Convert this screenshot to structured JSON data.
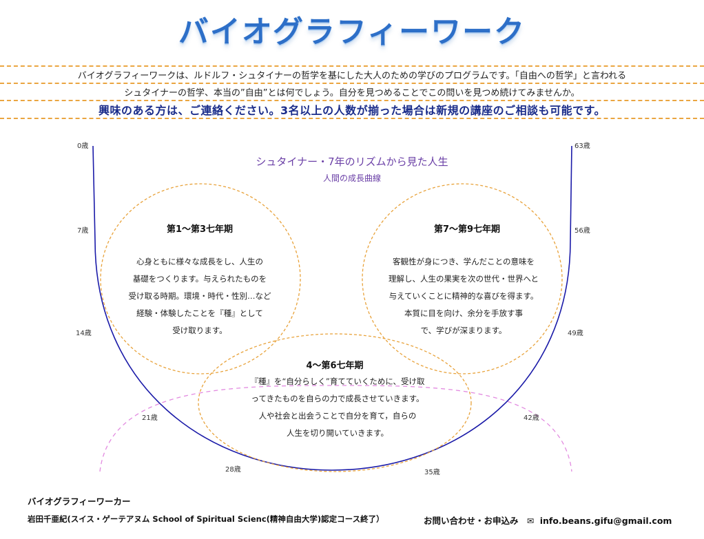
{
  "header": {
    "title": "バイオグラフィーワーク",
    "intro_line1": "バイオグラフィーワークは、ルドルフ・シュタイナーの哲学を基にした大人のための学びのプログラムです。「自由への哲学」と言われる",
    "intro_line2": "シュタイナーの哲学、本当の”自由”とは何でしょう。自分を見つめることでこの問いを見つめ続けてみませんか。",
    "intro_strong": "興味のある方は、ご連絡ください。3名以上の人数が揃った場合は新規の講座のご相談も可能です。"
  },
  "chart": {
    "title": "シュタイナー・7年のリズムから見た人生",
    "subtitle": "人間の成長曲線",
    "ages": {
      "a0": "0歳",
      "a7": "7歳",
      "a14": "14歳",
      "a21": "21歳",
      "a28": "28歳",
      "a35": "35歳",
      "a42": "42歳",
      "a49": "49歳",
      "a56": "56歳",
      "a63": "63歳"
    },
    "colors": {
      "curve": "#1a1aa8",
      "circle": "#e8a23a",
      "lower_arc": "#e28ae0",
      "chart_title": "#6a3fa6",
      "strong_text": "#1a2c8a",
      "title": "#2d6fc8",
      "dash": "#eaa540"
    }
  },
  "periods": {
    "p1": {
      "heading": "第1～第3七年期",
      "lines": [
        "心身ともに様々な成長をし、人生の",
        "基礎をつくります。与えられたものを",
        "受け取る時期。環境・時代・性別…など",
        "経験・体験したことを『種』として",
        "受け取ります。"
      ]
    },
    "p2": {
      "heading": "第7～第9七年期",
      "lines": [
        "客観性が身につき、学んだことの意味を",
        "理解し、人生の果実を次の世代・世界へと",
        "与えていくことに精神的な喜びを得ます。",
        "本質に目を向け、余分を手放す事",
        "で、学びが深まります。"
      ]
    },
    "p3": {
      "heading": "4～第6七年期",
      "lines": [
        "『種』を“自分らしく”育てていくために、受け取",
        "ってきたものを自らの力で成長させていきます。",
        "人や社会と出会うことで自分を育て，自らの",
        "人生を切り開いていきます。"
      ]
    }
  },
  "footer": {
    "role": "バイオグラフィーワーカー",
    "name": "岩田千亜紀(スイス・ゲーテアヌム School of Spiritual Scienc(精神自由大学)認定コース終了）",
    "contact_label": "お問い合わせ・お申込み",
    "mail_icon": "mail-icon",
    "email": "info.beans.gifu@gmail.com"
  }
}
